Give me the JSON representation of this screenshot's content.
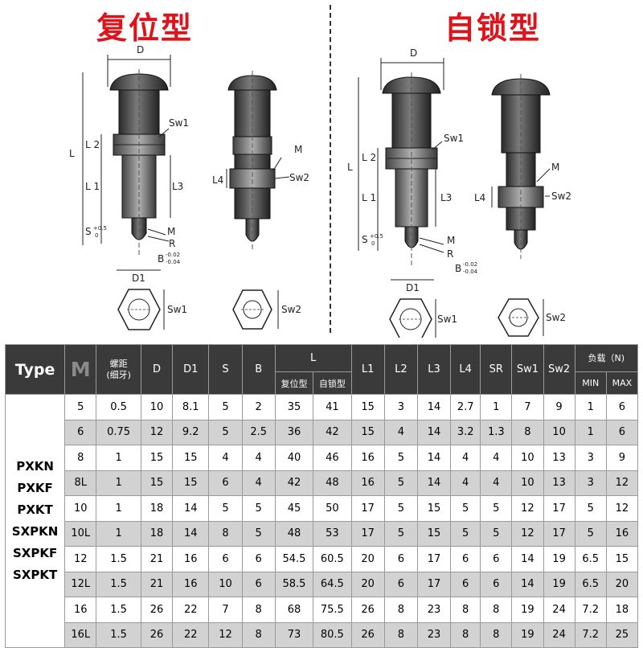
{
  "titles": {
    "left": "复位型",
    "right": "自锁型"
  },
  "dims": {
    "D": "D",
    "D1": "D1",
    "L": "L",
    "L1": "L 1",
    "L2": "L 2",
    "L3": "L3",
    "L4": "L4",
    "S": "S",
    "S_tol_top": "+0.5",
    "S_tol_bottom": "0",
    "M": "M",
    "R": "R",
    "B": "B",
    "B_tol_top": "-0.02",
    "B_tol_bottom": "-0.04",
    "Sw1": "Sw1",
    "Sw2": "Sw2"
  },
  "table": {
    "headers": {
      "type": "Type",
      "m": "M",
      "pitch": "螺距\n(细牙)",
      "D": "D",
      "D1": "D1",
      "S": "S",
      "B": "B",
      "L": "L",
      "L_reset": "复位型",
      "L_lock": "自锁型",
      "L1": "L1",
      "L2": "L2",
      "L3": "L3",
      "L4": "L4",
      "SR": "SR",
      "Sw1": "Sw1",
      "Sw2": "Sw2",
      "load": "负载（N)",
      "min": "MIN",
      "max": "MAX"
    },
    "types": "PXKN\nPXKF\nPXKT\nSXPKN\nSXPKF\nSXPKT",
    "rows": [
      [
        "5",
        "0.5",
        "10",
        "8.1",
        "5",
        "2",
        "35",
        "41",
        "15",
        "3",
        "14",
        "2.7",
        "1",
        "7",
        "9",
        "1",
        "6"
      ],
      [
        "6",
        "0.75",
        "12",
        "9.2",
        "5",
        "2.5",
        "36",
        "42",
        "15",
        "4",
        "14",
        "3.2",
        "1.3",
        "8",
        "10",
        "1",
        "6"
      ],
      [
        "8",
        "1",
        "15",
        "15",
        "4",
        "4",
        "40",
        "46",
        "16",
        "5",
        "14",
        "4",
        "4",
        "10",
        "13",
        "3",
        "9"
      ],
      [
        "8L",
        "1",
        "15",
        "15",
        "6",
        "4",
        "42",
        "48",
        "16",
        "5",
        "14",
        "4",
        "4",
        "10",
        "13",
        "3",
        "12"
      ],
      [
        "10",
        "1",
        "18",
        "14",
        "5",
        "5",
        "45",
        "50",
        "17",
        "5",
        "15",
        "5",
        "5",
        "12",
        "17",
        "5",
        "12"
      ],
      [
        "10L",
        "1",
        "18",
        "14",
        "8",
        "5",
        "48",
        "53",
        "17",
        "5",
        "15",
        "5",
        "5",
        "12",
        "17",
        "5",
        "16"
      ],
      [
        "12",
        "1.5",
        "21",
        "16",
        "6",
        "6",
        "54.5",
        "60.5",
        "20",
        "6",
        "17",
        "6",
        "6",
        "14",
        "19",
        "6.5",
        "15"
      ],
      [
        "12L",
        "1.5",
        "21",
        "16",
        "10",
        "6",
        "58.5",
        "64.5",
        "20",
        "6",
        "17",
        "6",
        "6",
        "14",
        "19",
        "6.5",
        "20"
      ],
      [
        "16",
        "1.5",
        "26",
        "22",
        "7",
        "8",
        "68",
        "75.5",
        "26",
        "8",
        "23",
        "8",
        "8",
        "19",
        "24",
        "7.2",
        "18"
      ],
      [
        "16L",
        "1.5",
        "26",
        "22",
        "12",
        "8",
        "73",
        "80.5",
        "26",
        "8",
        "23",
        "8",
        "8",
        "19",
        "24",
        "7.2",
        "25"
      ]
    ]
  }
}
